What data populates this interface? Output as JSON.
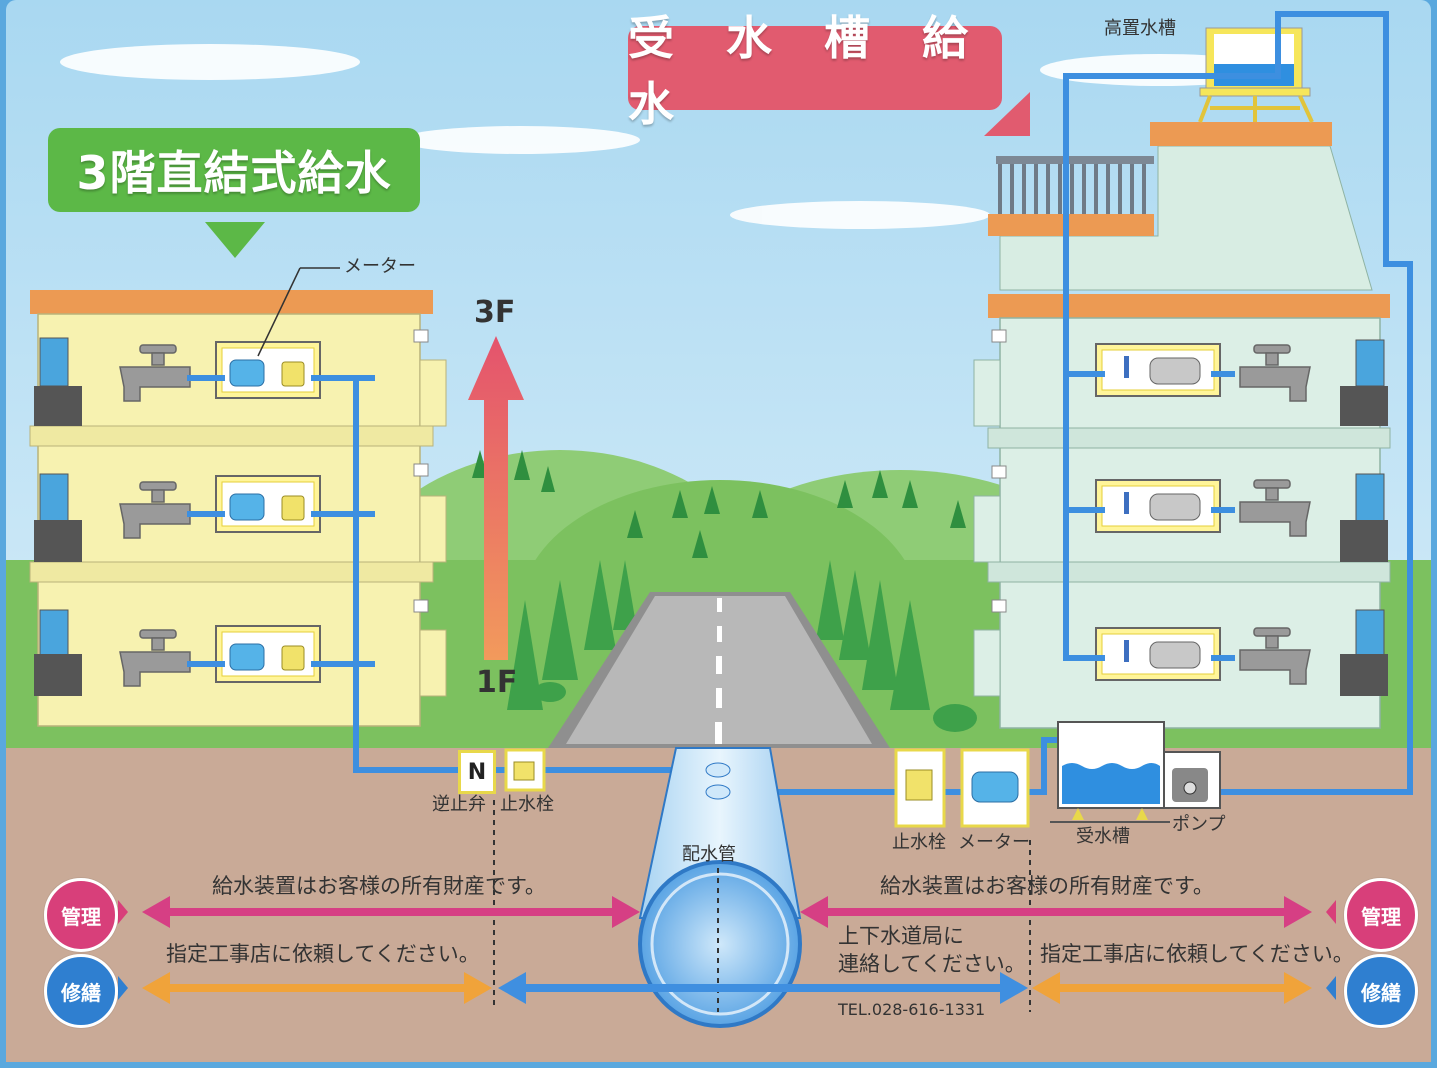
{
  "titles": {
    "direct": "3階直結式給水",
    "tank": "受 水 槽 給 水"
  },
  "floors": {
    "top": "3F",
    "bottom": "1F"
  },
  "labels": {
    "high_tank": "高置水槽",
    "meter_left": "メーター",
    "check_valve_symbol": "N",
    "check_valve": "逆止弁",
    "stop_valve_left": "止水栓",
    "main_pipe": "配水管",
    "stop_valve_right": "止水栓",
    "meter_right": "メーター",
    "receiving_tank": "受水槽",
    "pump": "ポンプ"
  },
  "legend": {
    "manage": "管理",
    "repair": "修繕",
    "left_manage_text": "給水装置はお客様の所有財産です。",
    "right_manage_text": "給水装置はお客様の所有財産です。",
    "left_repair_text": "指定工事店に依頼してください。",
    "right_repair_text": "指定工事店に依頼してください。",
    "center_repair_line1": "上下水道局に",
    "center_repair_line2": "連絡してください。",
    "tel": "TEL.028-616-1331"
  },
  "colors": {
    "sky": "#bfe3f5",
    "ground": "#c9aa97",
    "pipe": "#3d8fe0",
    "manage_arrow": "#d63f84",
    "repair_arrow": "#f0a33a",
    "utility_arrow": "#3f8fe0",
    "building_left": "#f7f2b0",
    "building_right": "#dcefe6"
  }
}
